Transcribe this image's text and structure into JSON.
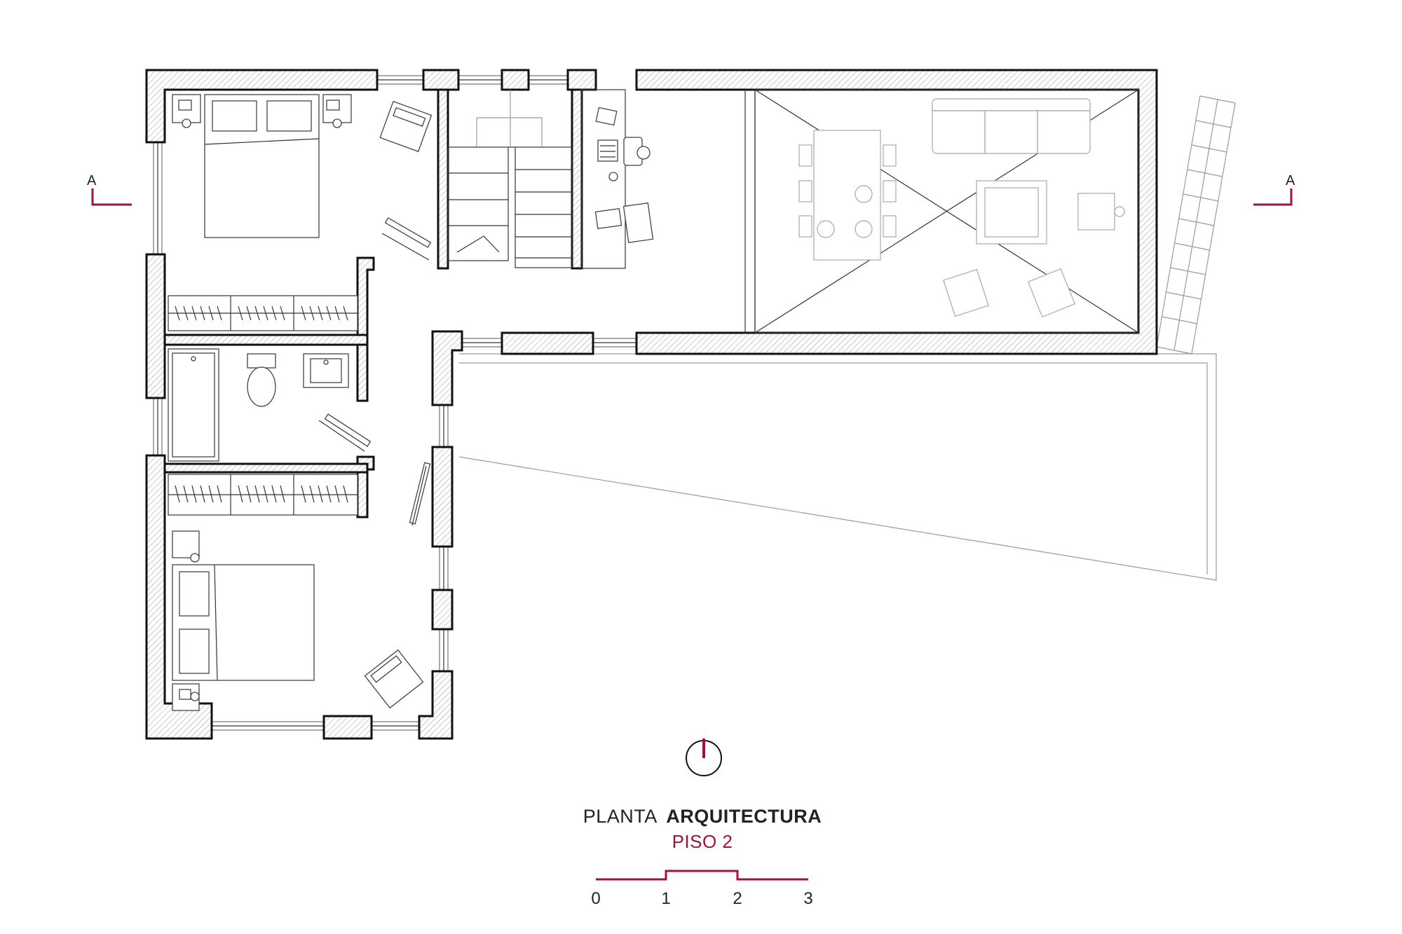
{
  "title": {
    "prefix": "PLANTA",
    "main": "ARQUITECTURA",
    "subtitle": "PISO 2"
  },
  "section_marks": {
    "left": "A",
    "right": "A"
  },
  "scale_bar": {
    "ticks": [
      "0",
      "1",
      "2",
      "3"
    ]
  },
  "colors": {
    "accent": "#a3123a",
    "wall_outline": "#111111",
    "furniture_line": "#444444",
    "faint_line": "#a8a8a8"
  },
  "icons": {
    "north": "north-arrow-icon",
    "section": "section-mark-icon"
  }
}
